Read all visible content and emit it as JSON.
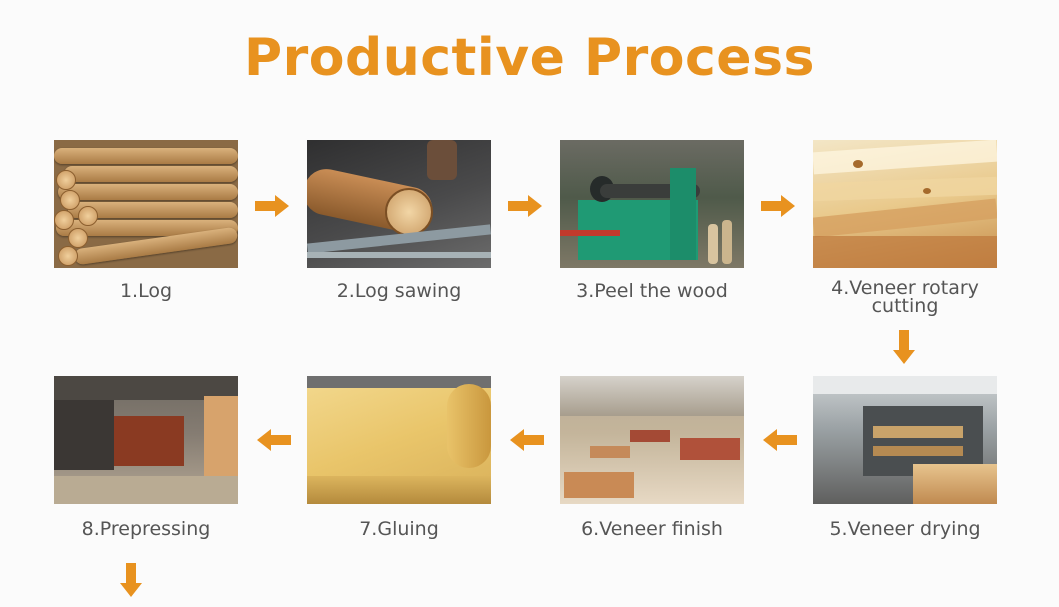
{
  "title": "Productive Process",
  "accent_color": "#e8921f",
  "steps": [
    {
      "label": "1.Log",
      "image": "log-pile-photo"
    },
    {
      "label": "2.Log sawing",
      "image": "log-sawing-photo"
    },
    {
      "label": "3.Peel the wood",
      "image": "peeling-machine-photo"
    },
    {
      "label": "4.Veneer rotary cutting",
      "label_lines": [
        "4.Veneer rotary",
        "cutting"
      ],
      "image": "veneer-sheet-photo"
    },
    {
      "label": "5.Veneer drying",
      "image": "veneer-dryer-photo"
    },
    {
      "label": "6.Veneer finish",
      "image": "veneer-warehouse-photo"
    },
    {
      "label": "7.Gluing",
      "image": "glue-roller-photo"
    },
    {
      "label": "8.Prepressing",
      "image": "prepress-line-photo"
    }
  ],
  "arrows": [
    "right-arrow",
    "right-arrow",
    "right-arrow",
    "down-arrow",
    "left-arrow",
    "left-arrow",
    "left-arrow",
    "down-arrow"
  ]
}
